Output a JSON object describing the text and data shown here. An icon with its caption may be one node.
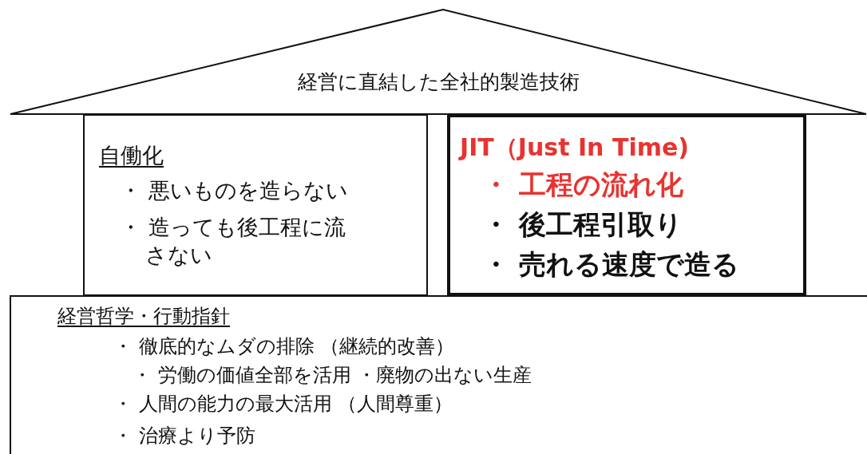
{
  "diagram": {
    "nodes": [
      {
        "text": [
          "経営に直結した全社的製造技術"
        ]
      },
      {
        "text": [
          "自働化",
          "・ 悪いものを造らない",
          "・ 造っても後工程に流さない"
        ]
      },
      {
        "text": [
          "JIT（Just In Time)",
          "・ 工程の流れ化",
          "・ 後工程引取り",
          "・ 売れる速度で造る"
        ]
      },
      {
        "text": [
          "経営哲学・行動指針",
          "・ 徹底的なムダの排除 （継続的改善）",
          "・ 労働の価値全部を活用 ・廃物の出ない生産",
          "・ 人間の能力の最大活用 （人間尊重）",
          "・ 治療より予防"
        ]
      }
    ]
  }
}
